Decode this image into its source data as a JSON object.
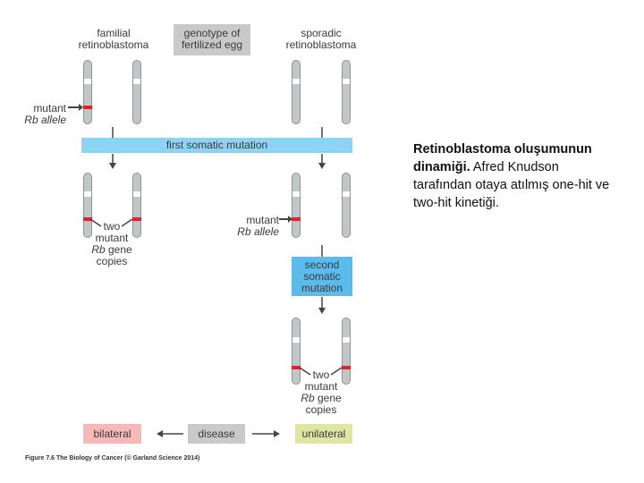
{
  "labels": {
    "familial": [
      "familial",
      "retinoblastoma"
    ],
    "genotype": [
      "genotype of",
      "fertilized egg"
    ],
    "sporadic": [
      "sporadic",
      "retinoblastoma"
    ],
    "mutant_left": [
      "mutant",
      "Rb allele"
    ],
    "first_mutation": "first somatic mutation",
    "two_mutant_left": [
      "two",
      "mutant",
      "Rb gene",
      "copies"
    ],
    "mutant_right": [
      "mutant",
      "Rb allele"
    ],
    "second_mutation": [
      "second",
      "somatic",
      "mutation"
    ],
    "two_mutant_right": [
      "two",
      "mutant",
      "Rb gene",
      "copies"
    ],
    "bilateral": "bilateral",
    "disease": "disease",
    "unilateral": "unilateral"
  },
  "credit": "Figure 7.6 The Biology of Cancer (© Garland Science 2014)",
  "caption": {
    "bold": "Retinoblastoma oluşumunun dinamiği.",
    "rest": " Afred Knudson tarafından otaya atılmış one-hit ve two-hit kinetiği."
  },
  "colors": {
    "gray_box": "#c9c9c9",
    "blue_bar": "#8fd3f4",
    "blue_box": "#5bbcec",
    "pink_box": "#f7b8b8",
    "green_box": "#dfe6a2",
    "mutation": "#d8262b",
    "chromosome": "#c3c6c6"
  }
}
